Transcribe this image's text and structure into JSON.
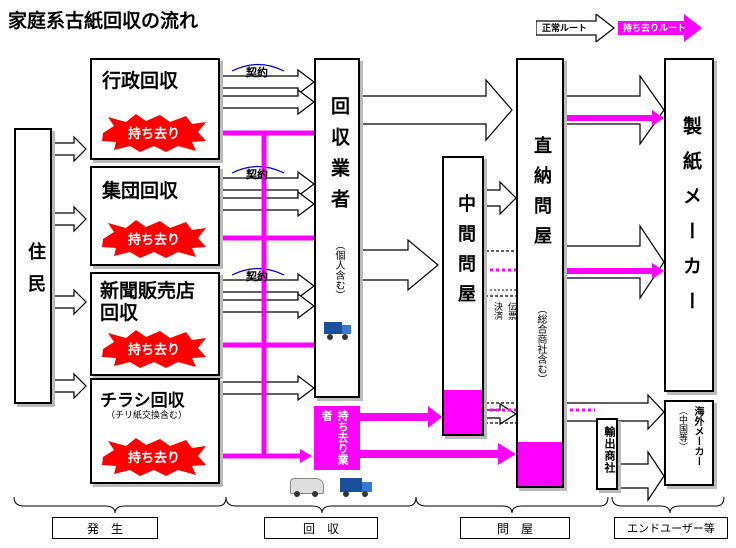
{
  "title": "家庭系古紙回収の流れ",
  "legend": {
    "normal": "正常ルート",
    "mochisari": "持ち去りルート"
  },
  "resident": "住民",
  "sources": [
    {
      "label": "行政回収",
      "sub": ""
    },
    {
      "label": "集団回収",
      "sub": ""
    },
    {
      "label": "新聞販売店回収",
      "sub": ""
    },
    {
      "label": "チラシ回収",
      "sub": "（チリ紙交換含む）"
    }
  ],
  "mochisari_badge": "持ち去り",
  "contract": "契約",
  "collector": {
    "label": "回収業者",
    "sub": "（個人含む）"
  },
  "mochisari_collector": {
    "label": "持ち去り業者"
  },
  "middle": "中間問屋",
  "direct": {
    "label": "直納問屋",
    "sub": "（総合商社含む）"
  },
  "settlement": {
    "a": "伝票",
    "b": "決済"
  },
  "exporter": "輸出商社",
  "maker": "製紙メーカー",
  "overseas": {
    "label": "海外メーカー",
    "sub": "（中国等）"
  },
  "stages": [
    "発　生",
    "回　収",
    "問　屋",
    "エンドユーザー等"
  ],
  "colors": {
    "magenta": "#ff00ff",
    "red": "#ff0000"
  }
}
